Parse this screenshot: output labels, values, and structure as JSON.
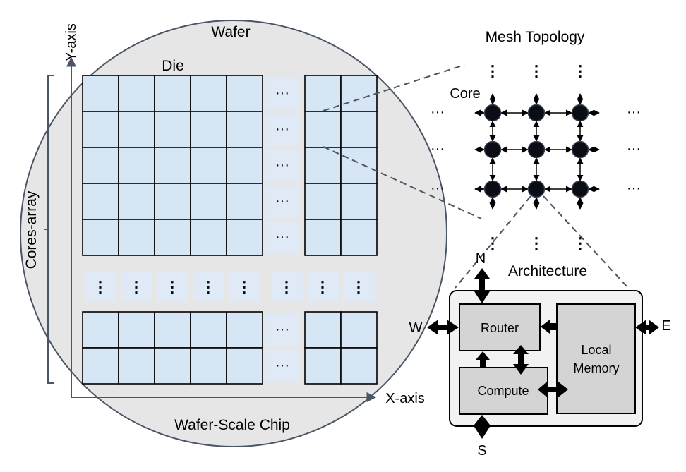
{
  "wafer": {
    "title": "Wafer",
    "die_label": "Die",
    "y_axis": "Y-axis",
    "x_axis": "X-axis",
    "cores_array": "Cores-array",
    "caption": "Wafer-Scale Chip",
    "ellipsis_h": "···",
    "ellipsis_v": "⋮"
  },
  "mesh": {
    "title": "Mesh Topology",
    "core_label": "Core",
    "ellipsis_h": "···",
    "ellipsis_v": "⋮"
  },
  "architecture": {
    "title": "Architecture",
    "router": "Router",
    "compute": "Compute",
    "memory_line1": "Local",
    "memory_line2": "Memory",
    "north": "N",
    "south": "S",
    "east": "E",
    "west": "W"
  },
  "colors": {
    "wafer_fill": "#e6e6e6",
    "wafer_stroke": "#4a5668",
    "cell_fill": "#d6e6f5",
    "box_fill": "#d4d4d4",
    "arch_fill": "#f2f2f2",
    "node_fill": "#0b0d14"
  }
}
